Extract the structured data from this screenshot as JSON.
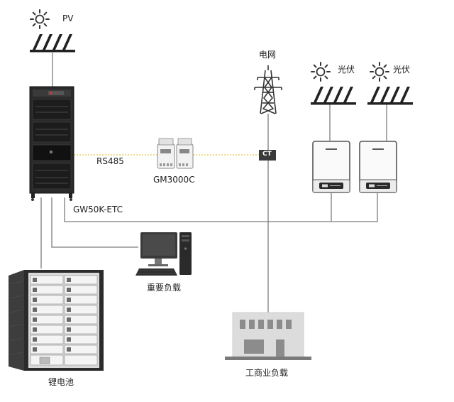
{
  "labels": {
    "pv_main": "PV",
    "grid": "电网",
    "pv_left": "光伏",
    "pv_right": "光伏",
    "rs485": "RS485",
    "meter": "GM3000C",
    "ct": "CT",
    "inverter": "GW50K-ETC",
    "critical_load": "重要负载",
    "battery": "锂电池",
    "ci_load": "工商业负载"
  },
  "icons": {
    "sun": "sun-icon",
    "solar_panel": "solar-panel-icon",
    "pylon": "power-pylon-icon",
    "computer": "computer-icon",
    "cabinet": "energy-storage-cabinet-icon",
    "battery_rack": "battery-rack-icon",
    "meter": "smart-meter-icon",
    "factory": "factory-building-icon",
    "string_inverter": "string-inverter-icon"
  },
  "colors": {
    "line": "#7d7d7d",
    "rs485_line": "#e0c64a",
    "cabinet": "#2a2a2a",
    "ct_box": "#3a3a3a",
    "sun": "#333333"
  }
}
